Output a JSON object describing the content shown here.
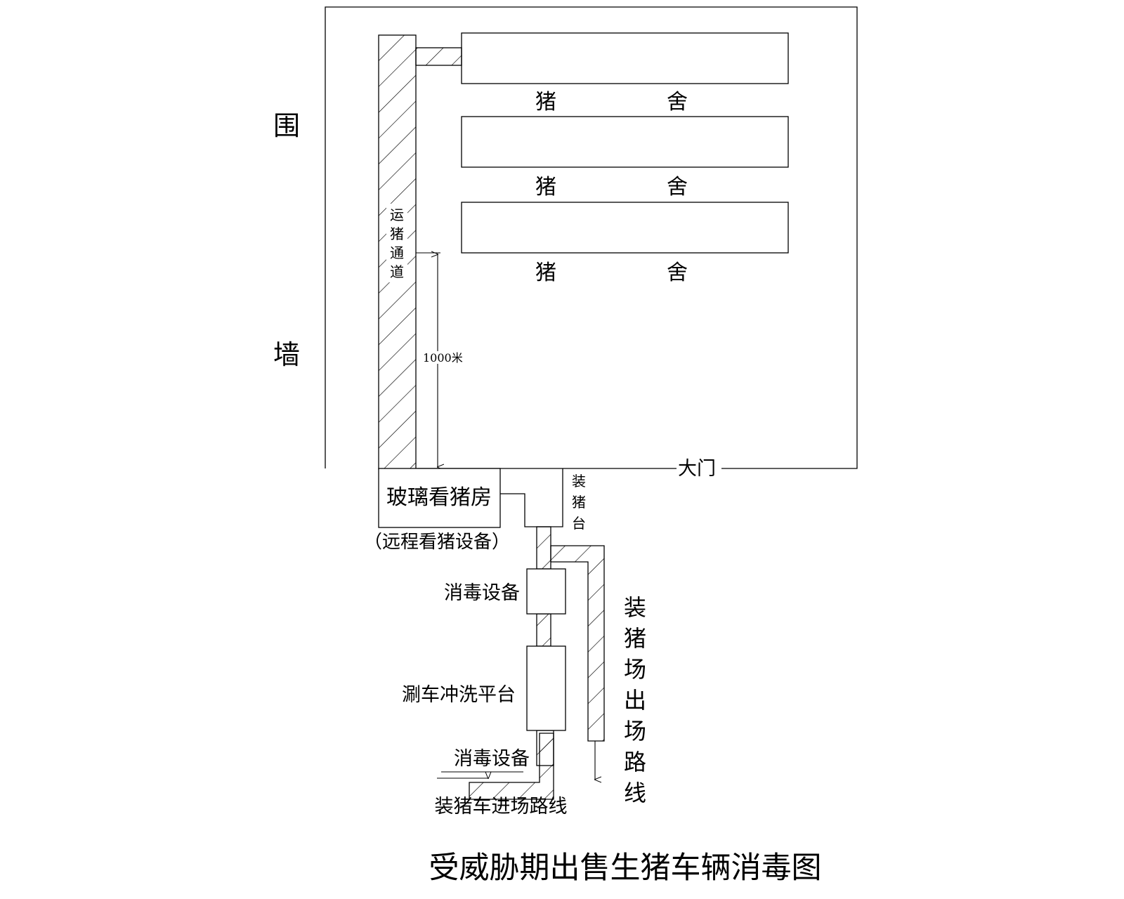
{
  "title": "受威胁期出售生猪车辆消毒图",
  "wall_label": [
    "围",
    "墙"
  ],
  "pig_house_label": [
    "猪",
    "舍"
  ],
  "pig_houses": [
    {
      "left": "猪",
      "right": "舍"
    },
    {
      "left": "猪",
      "right": "舍"
    },
    {
      "left": "猪",
      "right": "舍"
    }
  ],
  "pig_channel_label": [
    "运",
    "猪",
    "通",
    "道"
  ],
  "distance_label": "1000米",
  "gate_label": "大门",
  "loading_platform_label": [
    "装",
    "猪",
    "台"
  ],
  "glass_room_label": "玻璃看猪房",
  "remote_equipment_label": "（远程看猪设备）",
  "disinfection_label_1": "消毒设备",
  "wash_platform_label": "涮车冲洗平台",
  "disinfection_label_2": "消毒设备",
  "entry_route_label": "装猪车进场路线",
  "exit_route_label": [
    "装",
    "猪",
    "场",
    "出",
    "场",
    "路",
    "线"
  ],
  "colors": {
    "line": "#000000",
    "background": "#ffffff"
  }
}
